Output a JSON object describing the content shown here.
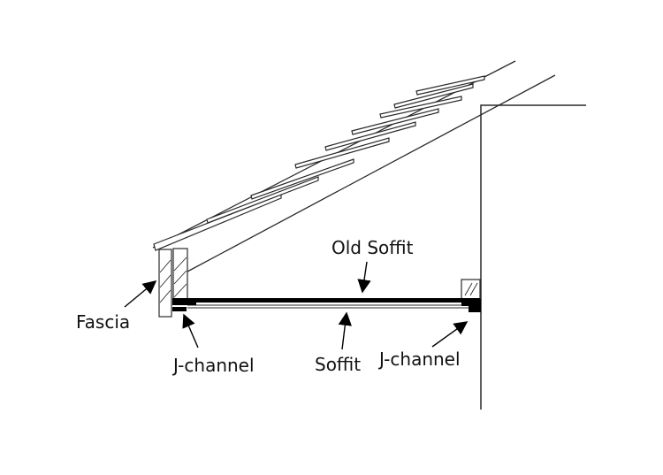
{
  "labels": {
    "old_soffit": "Old Soffit",
    "fascia": "Fascia",
    "soffit": "Soffit",
    "j_channel_left": "J-channel",
    "j_channel_right": "J-channel"
  },
  "colors": {
    "line": "#2a2a2a",
    "fill": "#000000",
    "background": "#ffffff"
  }
}
